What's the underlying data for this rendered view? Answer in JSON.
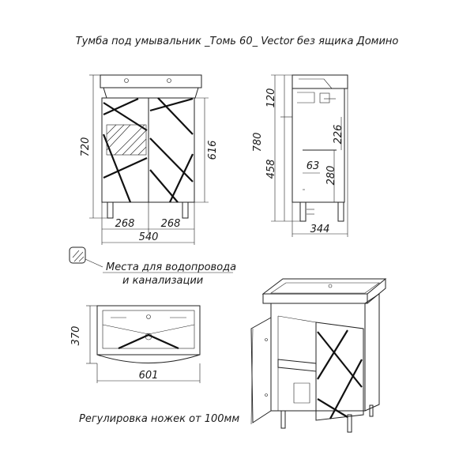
{
  "title": "Тумба под умывальник _Томь 60_ Vector без ящика Домино",
  "front_view": {
    "height_total": "720",
    "height_body": "616",
    "width_left": "268",
    "width_right": "268",
    "width_total": "540"
  },
  "side_view": {
    "height_total": "780",
    "top_part": "120",
    "mid_part": "226",
    "lower_part": "458",
    "shelf_height": "280",
    "shelf_offset": "63",
    "depth": "344"
  },
  "legend": {
    "line1": "Места для водопровода",
    "line2": "и канализации"
  },
  "top_view": {
    "depth": "370",
    "width": "601"
  },
  "footer": "Регулировка ножек от 100мм"
}
